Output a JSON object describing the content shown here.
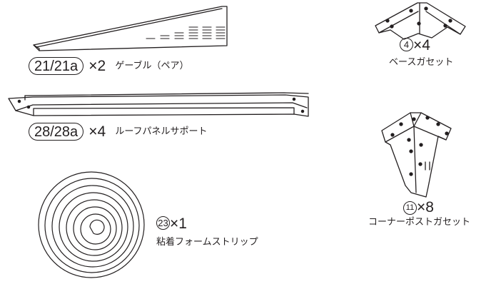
{
  "parts": [
    {
      "id": "21/21a",
      "qty": "×2",
      "name": "ゲーブル（ペア）",
      "drawing_icon": "gable-panel-drawing"
    },
    {
      "id": "28/28a",
      "qty": "×4",
      "name": "ルーフパネルサポート",
      "drawing_icon": "roof-panel-support-drawing"
    },
    {
      "id": "23",
      "qty": "×1",
      "name": "粘着フォームストリップ",
      "drawing_icon": "foam-strip-roll-drawing"
    },
    {
      "id": "4",
      "qty": "×4",
      "name": "ベースガセット",
      "drawing_icon": "base-gusset-drawing"
    },
    {
      "id": "11",
      "qty": "×8",
      "name": "コーナーポストガセット",
      "drawing_icon": "corner-post-gusset-drawing"
    }
  ],
  "line_color": "#231f20"
}
